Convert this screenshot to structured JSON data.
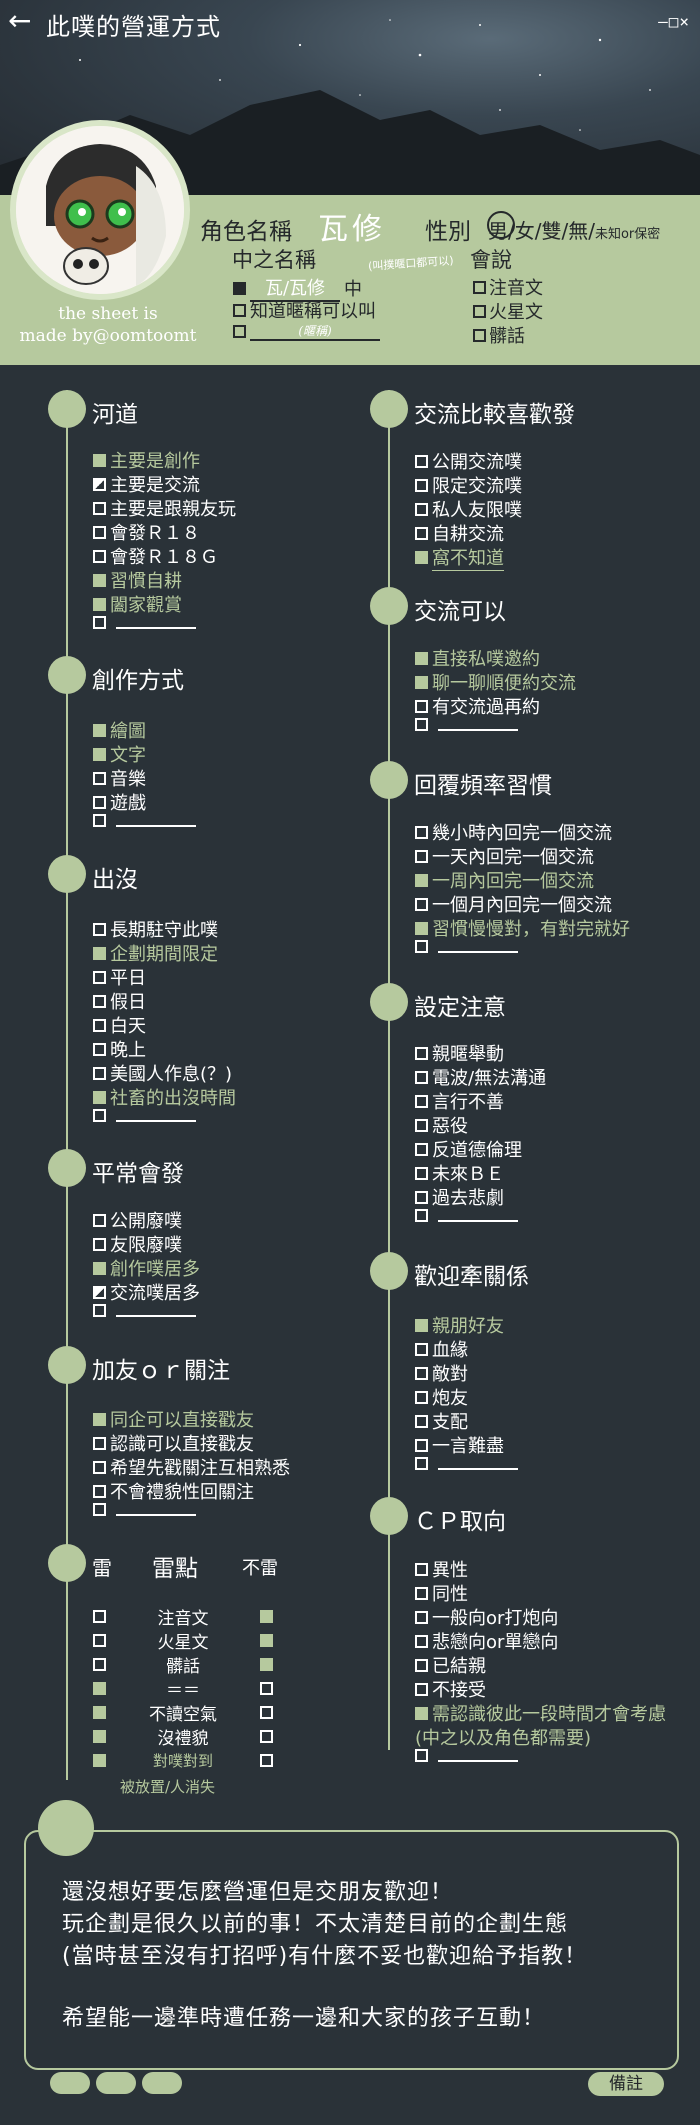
{
  "title_bar": {
    "title": "此噗的營運方式",
    "back_icon": "←",
    "window_controls": "–□×"
  },
  "profile": {
    "credit_line1": "the sheet is",
    "credit_line2": "made by@oomtoomt",
    "role_label": "角色名稱",
    "role_name": "瓦修",
    "gender_label": "性別",
    "gender_options": "男/女/雙/無/",
    "gender_extra": "未知or保密",
    "nickname_label": "中之名稱",
    "nickname_note": "(叫撲暱口都可以)",
    "nickname_value": "瓦/瓦修",
    "nickname_suffix": "中",
    "nickname_option2": "知道暱稱可以叫",
    "nickname_blank_hint": "(暱稱)",
    "language_label": "會說",
    "languages": [
      "注音文",
      "火星文",
      "髒話"
    ]
  },
  "colors": {
    "accent": "#b6c99e",
    "background": "#2a3238",
    "ink": "#25292b"
  },
  "sections": {
    "river": {
      "title": "河道",
      "items": [
        {
          "text": "主要是創作",
          "state": "on"
        },
        {
          "text": "主要是交流",
          "state": "half"
        },
        {
          "text": "主要是跟親友玩",
          "state": "off"
        },
        {
          "text": "會發Ｒ１８",
          "state": "off"
        },
        {
          "text": "會發Ｒ１８Ｇ",
          "state": "off"
        },
        {
          "text": "習慣自耕",
          "state": "on"
        },
        {
          "text": "闔家觀賞",
          "state": "on"
        },
        {
          "text": "",
          "state": "off"
        }
      ]
    },
    "create": {
      "title": "創作方式",
      "items": [
        {
          "text": "繪圖",
          "state": "on"
        },
        {
          "text": "文字",
          "state": "on"
        },
        {
          "text": "音樂",
          "state": "off"
        },
        {
          "text": "遊戲",
          "state": "off"
        },
        {
          "text": "",
          "state": "off"
        }
      ]
    },
    "appear": {
      "title": "出沒",
      "items": [
        {
          "text": "長期駐守此噗",
          "state": "off"
        },
        {
          "text": "企劃期間限定",
          "state": "on"
        },
        {
          "text": "平日",
          "state": "off"
        },
        {
          "text": "假日",
          "state": "off"
        },
        {
          "text": "白天",
          "state": "off"
        },
        {
          "text": "晚上",
          "state": "off"
        },
        {
          "text": "美國人作息(？)",
          "state": "off"
        },
        {
          "text": "社畜的出沒時間",
          "state": "on"
        },
        {
          "text": "",
          "state": "off"
        }
      ]
    },
    "post": {
      "title": "平常會發",
      "items": [
        {
          "text": "公開廢噗",
          "state": "off"
        },
        {
          "text": "友限廢噗",
          "state": "off"
        },
        {
          "text": "創作噗居多",
          "state": "on"
        },
        {
          "text": "交流噗居多",
          "state": "half"
        },
        {
          "text": "",
          "state": "off"
        }
      ]
    },
    "follow": {
      "title": "加友ｏｒ關注",
      "items": [
        {
          "text": "同企可以直接戳友",
          "state": "on"
        },
        {
          "text": "認識可以直接戳友",
          "state": "off"
        },
        {
          "text": "希望先戳關注互相熟悉",
          "state": "off"
        },
        {
          "text": "不會禮貌性回關注",
          "state": "off"
        },
        {
          "text": "",
          "state": "off"
        }
      ]
    },
    "prefer": {
      "title": "交流比較喜歡發",
      "items": [
        {
          "text": "公開交流噗",
          "state": "off"
        },
        {
          "text": "限定交流噗",
          "state": "off"
        },
        {
          "text": "私人友限噗",
          "state": "off"
        },
        {
          "text": "自耕交流",
          "state": "off"
        },
        {
          "text": "窩不知道",
          "state": "on"
        }
      ]
    },
    "ok": {
      "title": "交流可以",
      "items": [
        {
          "text": "直接私噗邀約",
          "state": "on"
        },
        {
          "text": "聊一聊順便約交流",
          "state": "on"
        },
        {
          "text": "有交流過再約",
          "state": "off"
        },
        {
          "text": "",
          "state": "off"
        }
      ]
    },
    "reply": {
      "title": "回覆頻率習慣",
      "items": [
        {
          "text": "幾小時內回完一個交流",
          "state": "off"
        },
        {
          "text": "一天內回完一個交流",
          "state": "off"
        },
        {
          "text": "一周內回完一個交流",
          "state": "on"
        },
        {
          "text": "一個月內回完一個交流",
          "state": "off"
        },
        {
          "text": "習慣慢慢對，有對完就好",
          "state": "on"
        },
        {
          "text": "",
          "state": "off"
        }
      ]
    },
    "caution": {
      "title": "設定注意",
      "items": [
        {
          "text": "親暱舉動",
          "state": "off"
        },
        {
          "text": "電波/無法溝通",
          "state": "off"
        },
        {
          "text": "言行不善",
          "state": "off"
        },
        {
          "text": "惡役",
          "state": "off"
        },
        {
          "text": "反道德倫理",
          "state": "off"
        },
        {
          "text": "未來ＢＥ",
          "state": "off"
        },
        {
          "text": "過去悲劇",
          "state": "off"
        },
        {
          "text": "",
          "state": "off"
        }
      ]
    },
    "relation": {
      "title": "歡迎牽關係",
      "items": [
        {
          "text": "親朋好友",
          "state": "on"
        },
        {
          "text": "血緣",
          "state": "off"
        },
        {
          "text": "敵對",
          "state": "off"
        },
        {
          "text": "炮友",
          "state": "off"
        },
        {
          "text": "支配",
          "state": "off"
        },
        {
          "text": "一言難盡",
          "state": "off"
        },
        {
          "text": "",
          "state": "off"
        }
      ]
    },
    "cp": {
      "title": "ＣＰ取向",
      "items": [
        {
          "text": "異性",
          "state": "off"
        },
        {
          "text": "同性",
          "state": "off"
        },
        {
          "text": "一般向or打炮向",
          "state": "off"
        },
        {
          "text": "悲戀向or單戀向",
          "state": "off"
        },
        {
          "text": "已結親",
          "state": "off"
        },
        {
          "text": "不接受",
          "state": "off"
        },
        {
          "text": "需認識彼此一段時間才會考慮",
          "state": "on"
        }
      ],
      "extra": "(中之以及角色都需要)"
    }
  },
  "triggers": {
    "col_left": "雷",
    "col_mid": "雷點",
    "col_right": "不雷",
    "rows": [
      {
        "name": "注音文",
        "left": false,
        "right": true
      },
      {
        "name": "火星文",
        "left": false,
        "right": true
      },
      {
        "name": "髒話",
        "left": false,
        "right": true
      },
      {
        "name": "＝＝",
        "left": true,
        "right": false
      },
      {
        "name": "不讀空氣",
        "left": true,
        "right": false
      },
      {
        "name": "沒禮貌",
        "left": true,
        "right": false
      },
      {
        "name": "對噗對到",
        "left": true,
        "right": false
      }
    ],
    "last_row_extra": "被放置/人消失"
  },
  "memo": {
    "lines": [
      "還沒想好要怎麼營運但是交朋友歡迎！",
      "玩企劃是很久以前的事！不太清楚目前的企劃生態",
      "(當時甚至沒有打招呼)有什麼不妥也歡迎給予指教！",
      "希望能一邊準時遭任務一邊和大家的孩子互動！"
    ],
    "remark_label": "備註"
  }
}
